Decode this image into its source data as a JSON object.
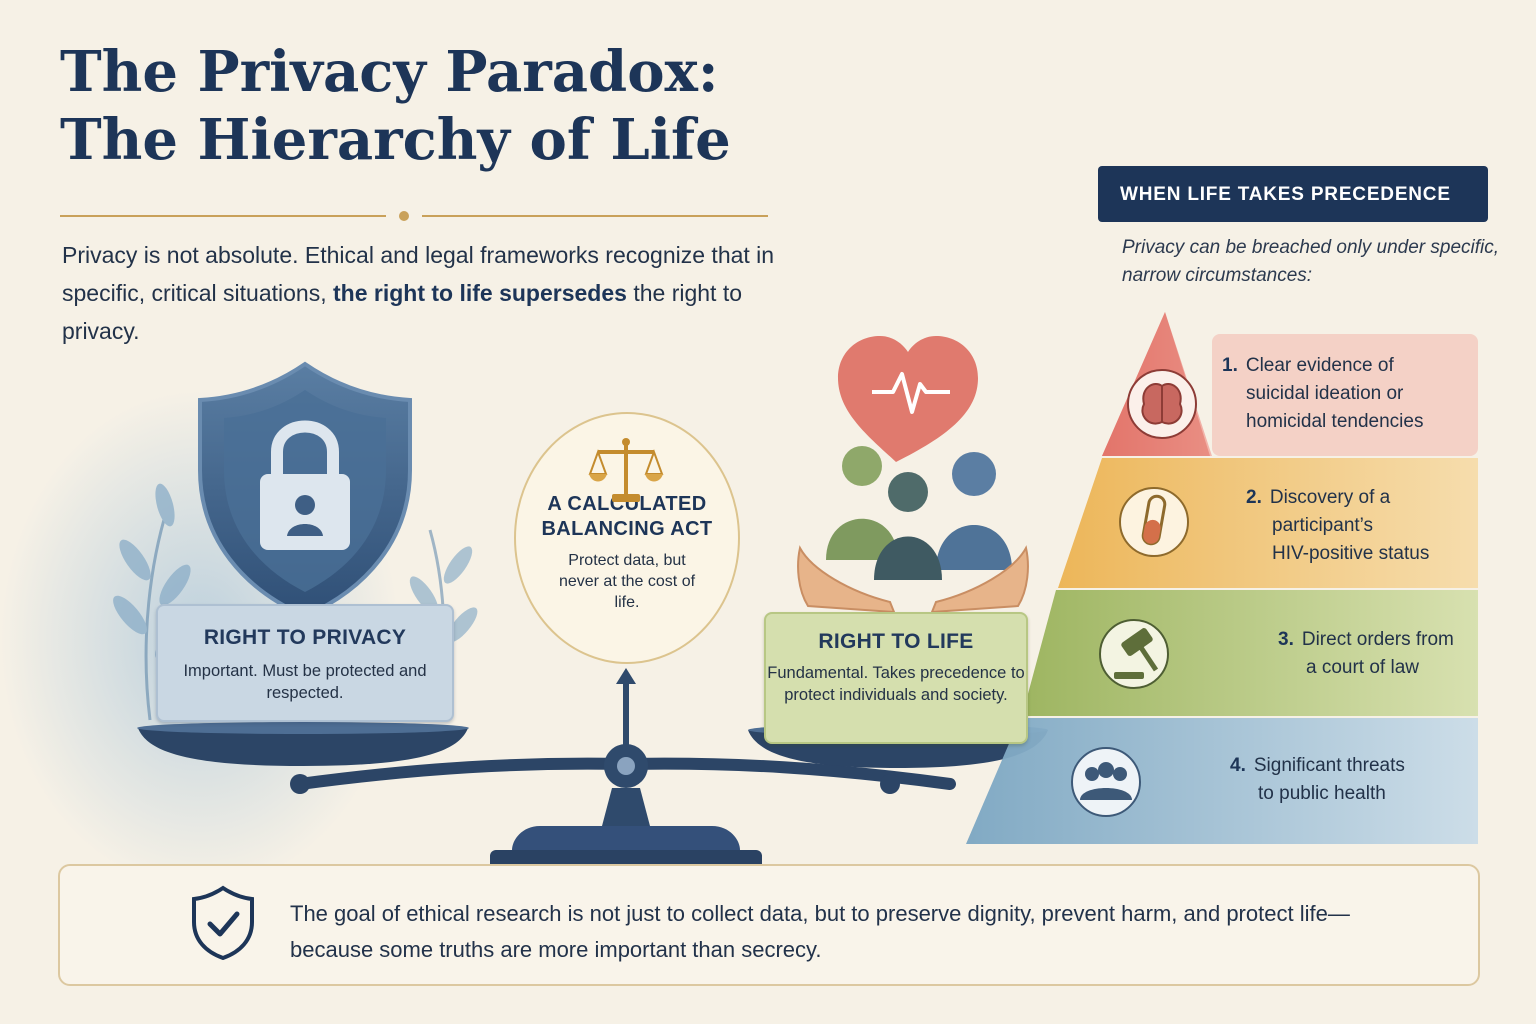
{
  "title": {
    "line1": "The Privacy Paradox:",
    "line2": "The Hierarchy of Life"
  },
  "intro": {
    "before_bold": "Privacy is not absolute. Ethical and legal frameworks recognize that in specific, critical situations, ",
    "bold": "the right to life supersedes",
    "after_bold": " the right to privacy."
  },
  "privacy_card": {
    "heading": "RIGHT TO PRIVACY",
    "text": "Important. Must be protected and respected."
  },
  "balance": {
    "heading_line1": "A CALCULATED",
    "heading_line2": "BALANCING ACT",
    "text": "Protect data, but never at the cost of life."
  },
  "life_card": {
    "heading": "RIGHT TO LIFE",
    "text": "Fundamental. Takes precedence to protect individuals and society."
  },
  "hierarchy": {
    "header": "WHEN LIFE TAKES PRECEDENCE",
    "subtitle": "Privacy can be breached only under specific, narrow circumstances:",
    "items": [
      {
        "number": "1.",
        "line1": "Clear evidence of",
        "line2": "suicidal ideation or",
        "line3": "homicidal tendencies",
        "icon": "brain-icon",
        "color": "#e58d85"
      },
      {
        "number": "2.",
        "line1": "Discovery of a",
        "line2": "participant’s",
        "line3": "HIV-positive status",
        "icon": "test-tube-icon",
        "color": "#eec16a"
      },
      {
        "number": "3.",
        "line1": "Direct orders from",
        "line2": "a court of law",
        "icon": "gavel-icon",
        "color": "#a9bd6d"
      },
      {
        "number": "4.",
        "line1": "Significant threats",
        "line2": "to public health",
        "icon": "people-group-icon",
        "color": "#8fb1c8"
      }
    ]
  },
  "footer": {
    "text": "The goal of ethical research is not just to collect data, but to preserve dignity, prevent harm, and protect life—because some truths are more important than secrecy."
  },
  "colors": {
    "navy": "#1d3558",
    "gold": "#c9a15a",
    "background": "#f6f1e6"
  }
}
